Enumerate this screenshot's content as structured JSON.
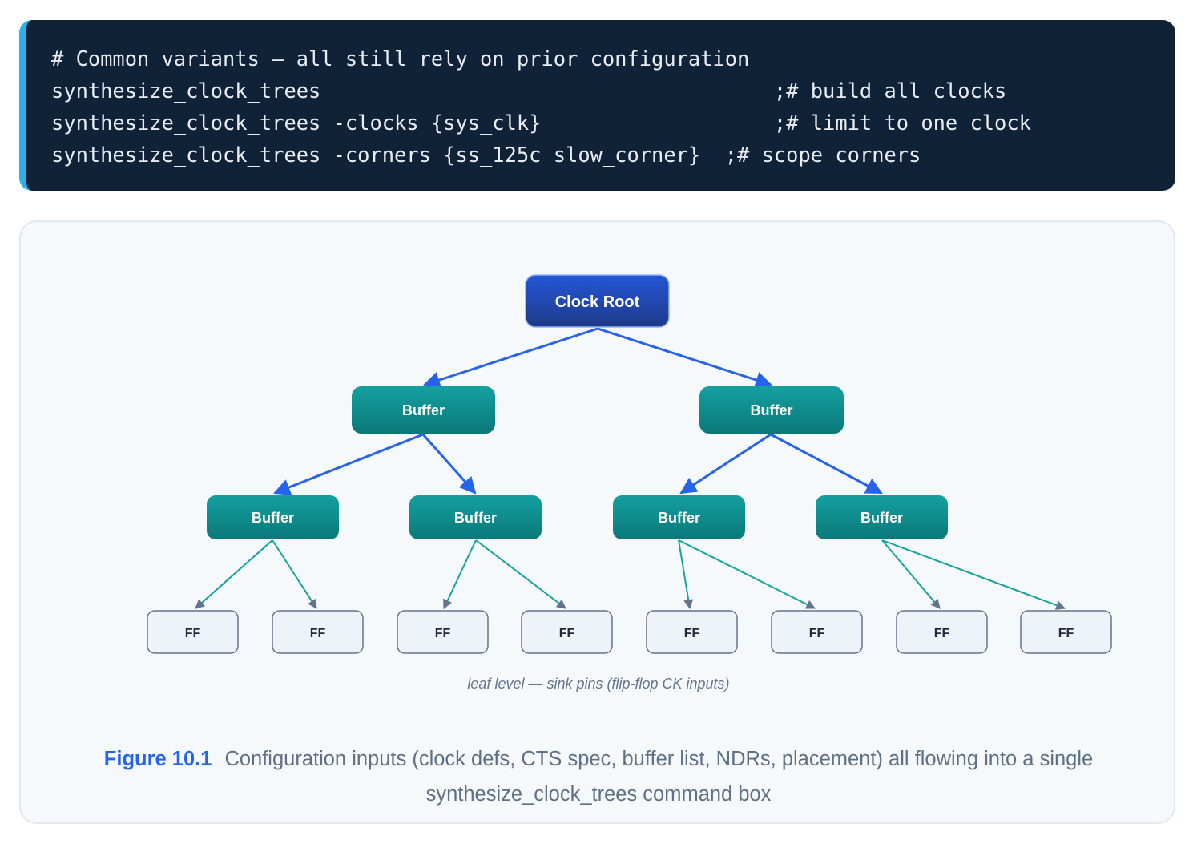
{
  "code": {
    "lines": [
      "# Common variants — all still rely on prior configuration",
      "synthesize_clock_trees                                     ;# build all clocks",
      "synthesize_clock_trees -clocks {sys_clk}                   ;# limit to one clock",
      "synthesize_clock_trees -corners {ss_125c slow_corner}  ;# scope corners"
    ]
  },
  "diagram": {
    "root_label": "Clock Root",
    "level1": [
      "Buffer",
      "Buffer"
    ],
    "level2": [
      "Buffer",
      "Buffer",
      "Buffer",
      "Buffer"
    ],
    "leaves": [
      "FF",
      "FF",
      "FF",
      "FF",
      "FF",
      "FF",
      "FF",
      "FF"
    ],
    "leaf_note": "leaf level — sink pins (flip-flop CK inputs)"
  },
  "figure": {
    "number": "Figure 10.1",
    "caption": "Configuration inputs (clock defs, CTS spec, buffer list, NDRs, placement) all flowing into a single synthesize_clock_trees command box"
  },
  "colors": {
    "code_bg": "#0f2237",
    "code_accent": "#2bb0e8",
    "root_fill": "#1e40af",
    "buffer_fill": "#0f8a8a",
    "leaf_fill": "#eef3f9",
    "arrow_blue": "#2563eb",
    "arrow_teal": "#14a39a",
    "caption_accent": "#2563eb"
  }
}
